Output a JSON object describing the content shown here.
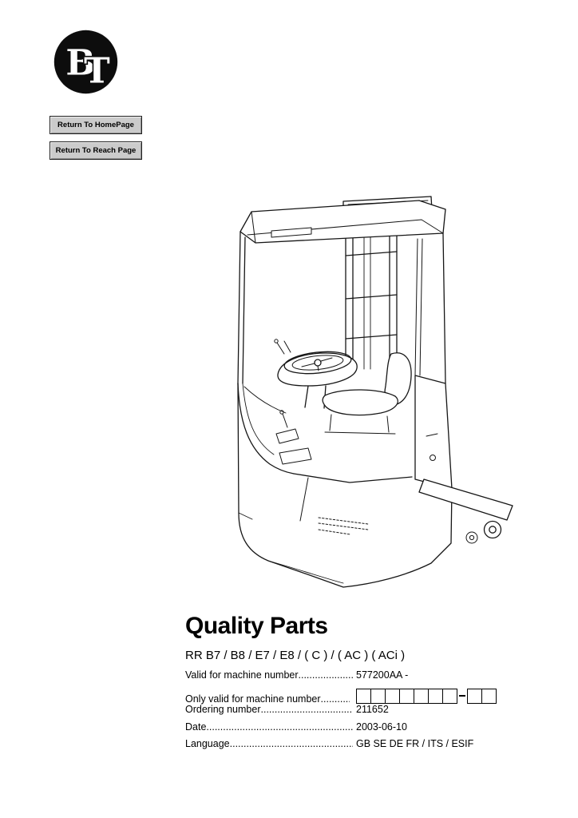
{
  "logo": {
    "letters": [
      "B",
      "T"
    ]
  },
  "nav": {
    "home_button": "Return To HomePage",
    "reach_button": "Return To Reach Page"
  },
  "header": {
    "title": "Quality Parts",
    "models": "RR B7 / B8 / E7 / E8 / ( C ) /  ( AC ) ( ACi )"
  },
  "leader": "................................................................................",
  "fields": [
    {
      "label": "Valid for machine number",
      "value": "577200AA -"
    },
    {
      "label": "Only valid for machine number",
      "value": "",
      "box_groups": [
        7,
        2
      ]
    },
    {
      "label": "Ordering number",
      "value": "211652"
    },
    {
      "label": "Date",
      "value": "2003-06-10"
    },
    {
      "label": "Language",
      "value": "GB SE DE FR / ITS / ESIF"
    }
  ]
}
